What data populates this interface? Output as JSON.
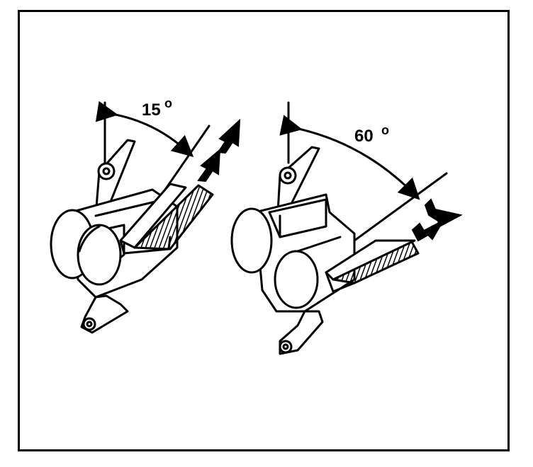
{
  "figure": {
    "left_view": {
      "angle_value": "15",
      "angle_unit": "o"
    },
    "right_view": {
      "angle_value": "60",
      "angle_unit": "o"
    },
    "colors": {
      "ink": "#000000",
      "paper": "#ffffff"
    }
  }
}
